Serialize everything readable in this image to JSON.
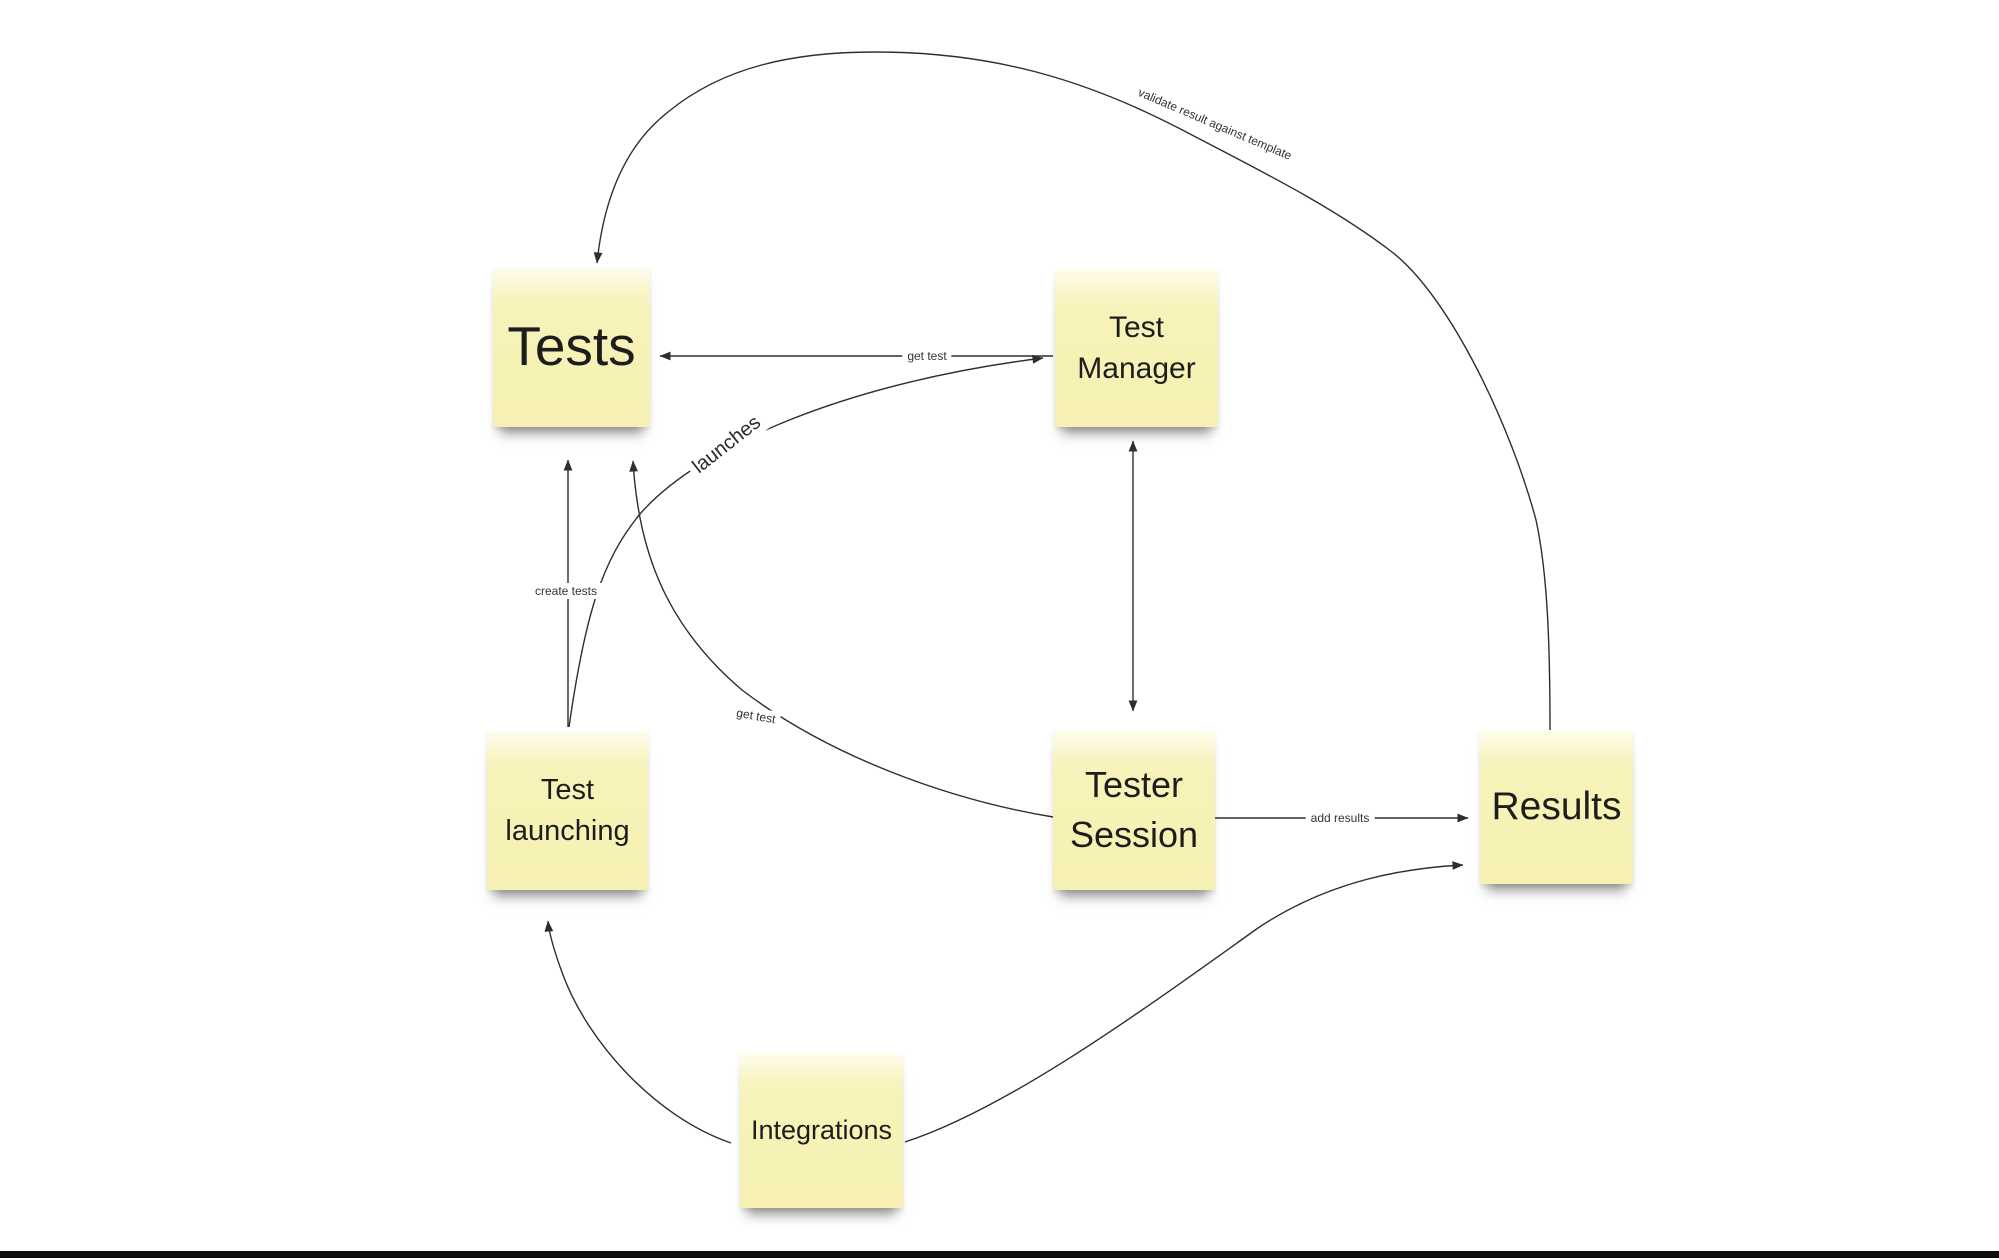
{
  "diagram": {
    "notes": {
      "tests": {
        "label": "Tests"
      },
      "test_manager": {
        "label": "Test\nManager"
      },
      "test_launching": {
        "label": "Test\nlaunching"
      },
      "tester_session": {
        "label": "Tester\nSession"
      },
      "results": {
        "label": "Results"
      },
      "integrations": {
        "label": "Integrations"
      }
    },
    "edge_labels": {
      "validate": "validate result against template",
      "get_test_top": "get test",
      "launches": "launches",
      "create_tests": "create tests",
      "get_test_mid": "get test",
      "add_results": "add results"
    },
    "edges": [
      {
        "from": "results",
        "to": "tests",
        "label": "validate result against template"
      },
      {
        "from": "test_manager",
        "to": "tests",
        "label": "get test"
      },
      {
        "from": "test_launching",
        "to": "test_manager",
        "label": "launches"
      },
      {
        "from": "test_launching",
        "to": "tests",
        "label": "create tests"
      },
      {
        "from": "tester_session",
        "to": "tests",
        "label": "get test"
      },
      {
        "from": "test_manager",
        "to": "tester_session",
        "label": "",
        "bidirectional": true
      },
      {
        "from": "tester_session",
        "to": "results",
        "label": "add results"
      },
      {
        "from": "integrations",
        "to": "test_launching",
        "label": ""
      },
      {
        "from": "integrations",
        "to": "results",
        "label": ""
      }
    ],
    "colors": {
      "background": "#ffffff",
      "note_fill": "#f7f2b5",
      "line": "#2e2e2e",
      "note_text": "#1d1d1d",
      "bottom_bar": "#0d0d0d"
    }
  }
}
